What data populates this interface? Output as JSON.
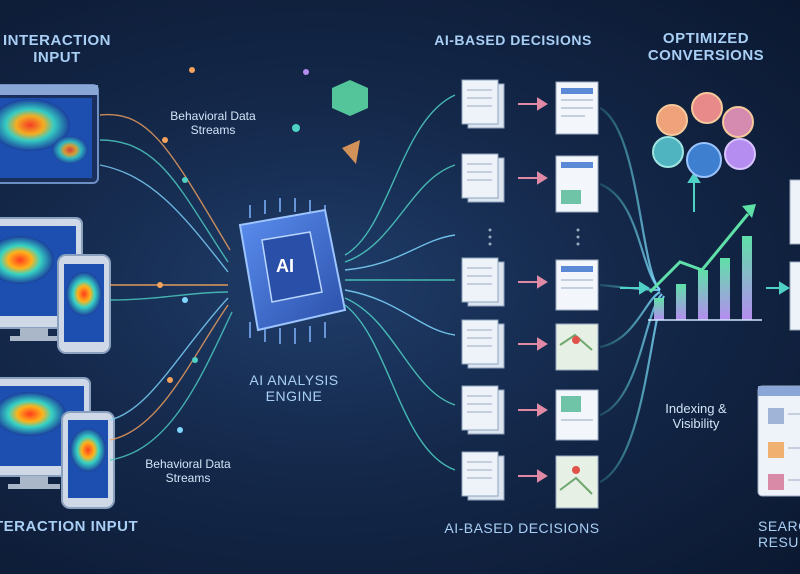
{
  "labels": {
    "interaction_input_top": "INTERACTION INPUT",
    "interaction_input_bottom": "INTERACTION INPUT",
    "behavioral_streams_top": "Behavioral Data Streams",
    "behavioral_streams_bottom": "Behavioral Data Streams",
    "chip_text": "AI",
    "engine": "AI ANALYSIS ENGINE",
    "decisions_top": "AI-BASED DECISIONS",
    "decisions_bottom": "AI-BASED DECISIONS",
    "optimized": "OPTIMIZED CONVERSIONS",
    "indexing": "Indexing & Visibility",
    "search_results": "SEARCH RESULTS"
  },
  "colors": {
    "background": "#14284a",
    "accent_teal": "#4fd1c5",
    "accent_cyan": "#7fd6ff",
    "accent_orange": "#f5a35c",
    "chip_blue": "#3a6fd8",
    "chart_green": "#5fe0a8",
    "chart_purple": "#b58cf0"
  }
}
